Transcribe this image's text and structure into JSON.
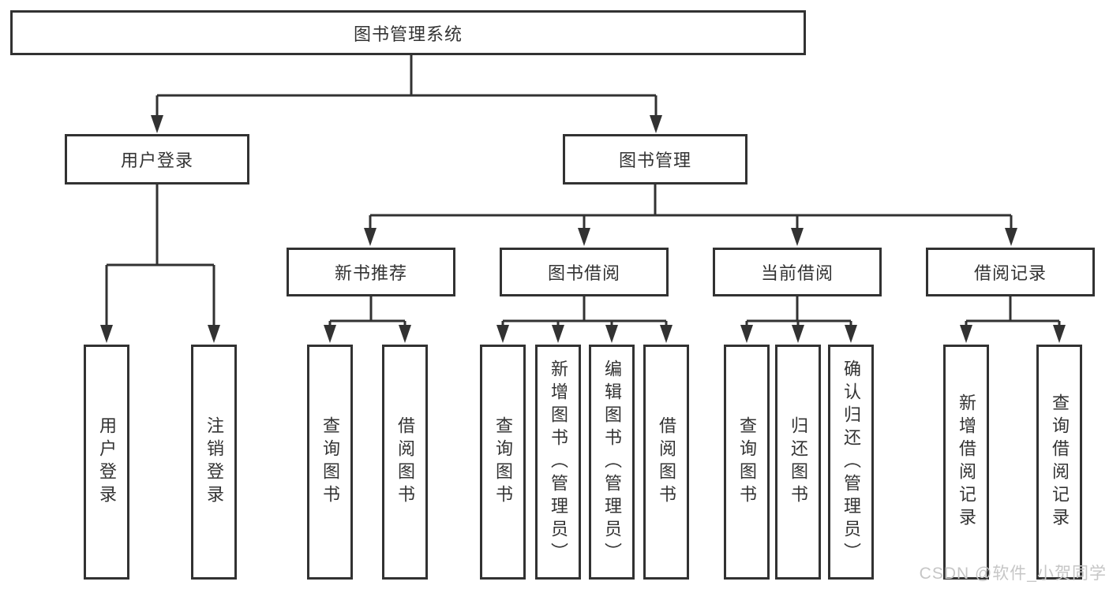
{
  "diagram": {
    "tree": {
      "root": {
        "label": "图书管理系统",
        "children": [
          {
            "label": "用户登录",
            "children": [
              {
                "label": "用户登录"
              },
              {
                "label": "注销登录"
              }
            ]
          },
          {
            "label": "图书管理",
            "children": [
              {
                "label": "新书推荐",
                "children": [
                  {
                    "label": "查询图书"
                  },
                  {
                    "label": "借阅图书"
                  }
                ]
              },
              {
                "label": "图书借阅",
                "children": [
                  {
                    "label": "查询图书"
                  },
                  {
                    "label": "新增图书（管理员）"
                  },
                  {
                    "label": "编辑图书（管理员）"
                  },
                  {
                    "label": "借阅图书"
                  }
                ]
              },
              {
                "label": "当前借阅",
                "children": [
                  {
                    "label": "查询图书"
                  },
                  {
                    "label": "归还图书"
                  },
                  {
                    "label": "确认归还（管理员）"
                  }
                ]
              },
              {
                "label": "借阅记录",
                "children": [
                  {
                    "label": "新增借阅记录"
                  },
                  {
                    "label": "查询借阅记录"
                  }
                ]
              }
            ]
          }
        ]
      }
    },
    "colors": {
      "line": "#323232",
      "box_border": "#323232",
      "text": "#333333",
      "background": "#ffffff",
      "watermark": "#c6c6c6"
    }
  },
  "watermark": {
    "text": "CSDN @软件_小贺同学"
  }
}
